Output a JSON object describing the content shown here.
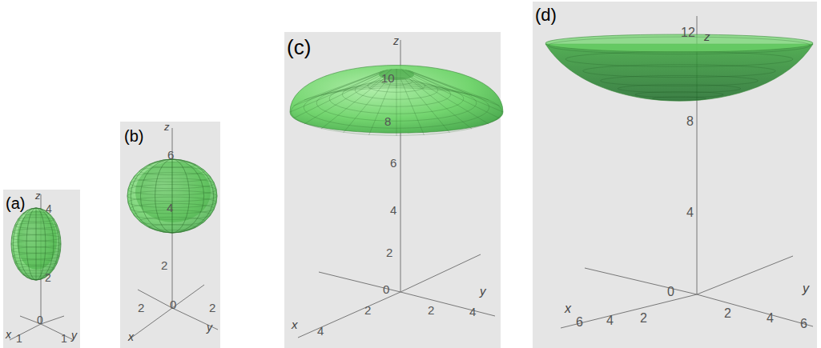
{
  "diagram": {
    "labels": [
      "(a)",
      "z",
      "4",
      "2",
      "0",
      "x",
      "1",
      "1",
      "y",
      "(b)",
      "z",
      "6",
      "4",
      "2",
      "2",
      "0",
      "2",
      "x",
      "y",
      "(c)",
      "z",
      "10",
      "8",
      "6",
      "4",
      "2",
      "0",
      "x",
      "4",
      "2",
      "2",
      "4",
      "y",
      "(d)",
      "z",
      "12",
      "8",
      "4",
      "0",
      "x",
      "6",
      "4",
      "2",
      "2",
      "4",
      "6",
      "y"
    ]
  }
}
